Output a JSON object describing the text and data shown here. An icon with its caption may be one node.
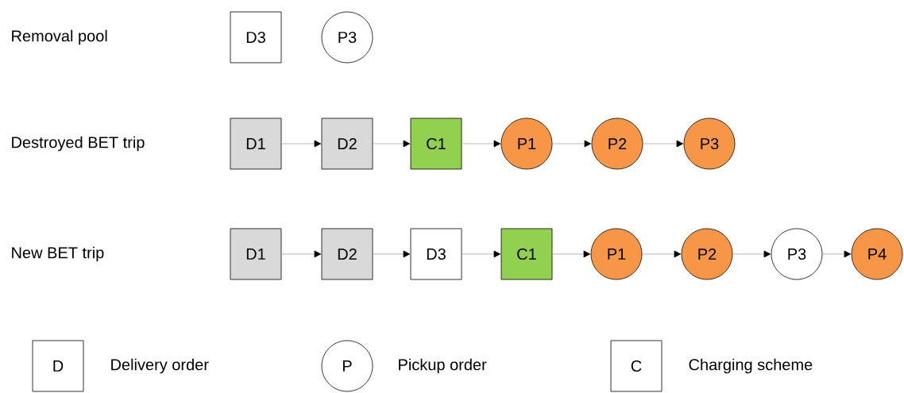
{
  "diagram": {
    "nodes": [
      {
        "text": [
          "D3"
        ]
      },
      {
        "text": [
          "P3"
        ]
      },
      {
        "text": [
          "D1"
        ]
      },
      {
        "text": [
          "D2"
        ]
      },
      {
        "text": [
          "C1"
        ]
      },
      {
        "text": [
          "P1"
        ]
      },
      {
        "text": [
          "P2"
        ]
      },
      {
        "text": [
          "P3"
        ]
      },
      {
        "text": [
          "D1"
        ]
      },
      {
        "text": [
          "D2"
        ]
      },
      {
        "text": [
          "D3"
        ]
      },
      {
        "text": [
          "C1"
        ]
      },
      {
        "text": [
          "P1"
        ]
      },
      {
        "text": [
          "P2"
        ]
      },
      {
        "text": [
          "P3"
        ]
      },
      {
        "text": [
          "P4"
        ]
      },
      {
        "text": [
          "D"
        ]
      },
      {
        "text": [
          "P"
        ]
      },
      {
        "text": [
          "C"
        ]
      }
    ],
    "edges": [
      {
        "from": 2,
        "to": 3,
        "arrow": "to"
      },
      {
        "from": 3,
        "to": 4,
        "arrow": "to"
      },
      {
        "from": 4,
        "to": 5,
        "arrow": "to"
      },
      {
        "from": 5,
        "to": 6,
        "arrow": "to"
      },
      {
        "from": 6,
        "to": 7,
        "arrow": "to"
      },
      {
        "from": 8,
        "to": 9,
        "arrow": "to"
      },
      {
        "from": 9,
        "to": 10,
        "arrow": "to"
      },
      {
        "from": 10,
        "to": 11,
        "arrow": "to"
      },
      {
        "from": 11,
        "to": 12,
        "arrow": "to"
      },
      {
        "from": 12,
        "to": 13,
        "arrow": "to"
      },
      {
        "from": 13,
        "to": 14,
        "arrow": "to"
      },
      {
        "from": 14,
        "to": 15,
        "arrow": "to"
      }
    ],
    "labels": [
      "Removal pool",
      "Destroyed BET trip",
      "New BET trip"
    ],
    "legend": [
      {
        "text": "Delivery order"
      },
      {
        "text": "Pickup order"
      },
      {
        "text": "Charging scheme"
      }
    ]
  }
}
